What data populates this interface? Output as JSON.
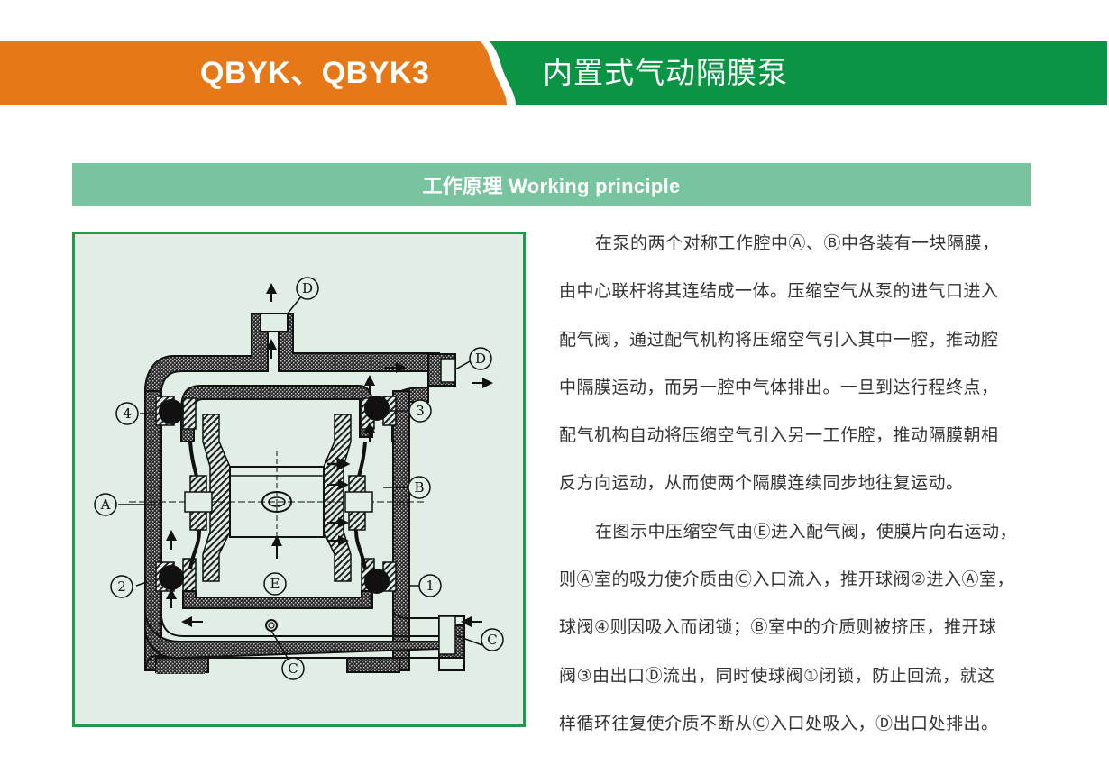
{
  "header": {
    "model": "QBYK、QBYK3",
    "product_name": "内置式气动隔膜泵",
    "colors": {
      "orange": "#e67817",
      "green": "#0b9444"
    }
  },
  "section": {
    "title": "工作原理 Working principle",
    "color": "#78c49f"
  },
  "diagram": {
    "labels": {
      "A": "A",
      "B": "B",
      "C": "C",
      "D": "D",
      "E": "E",
      "v1": "1",
      "v2": "2",
      "v3": "3",
      "v4": "4"
    },
    "border_color": "#1e9a4a",
    "background": "#e0eee6"
  },
  "description": {
    "lines": [
      "在泵的两个对称工作腔中Ⓐ、Ⓑ中各装有一块隔膜，",
      "由中心联杆将其连结成一体。压缩空气从泵的进气口进入",
      "配气阀，通过配气机构将压缩空气引入其中一腔，推动腔",
      "中隔膜运动，而另一腔中气体排出。一旦到达行程终点，",
      "配气机构自动将压缩空气引入另一工作腔，推动隔膜朝相",
      "反方向运动，从而使两个隔膜连续同步地往复运动。",
      "在图示中压缩空气由Ⓔ进入配气阀，使膜片向右运动，",
      "则Ⓐ室的吸力使介质由Ⓒ入口流入，推开球阀②进入Ⓐ室，",
      "球阀④则因吸入而闭锁；Ⓑ室中的介质则被挤压，推开球",
      "阀③由出口Ⓓ流出，同时使球阀①闭锁，防止回流，就这",
      "样循环往复使介质不断从Ⓒ入口处吸入，Ⓓ出口处排出。"
    ]
  }
}
